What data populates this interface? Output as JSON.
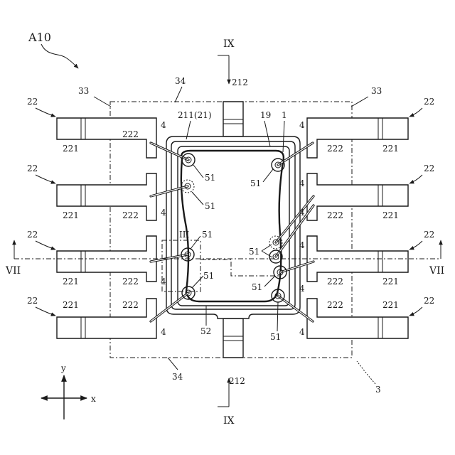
{
  "figure_label": "A10",
  "section_labels": {
    "top": "IX",
    "bottom": "IX",
    "left": "VII",
    "right": "VII"
  },
  "detail_label": "III",
  "axes": {
    "x": "x",
    "y": "y"
  },
  "labels": {
    "n22": "22",
    "n221": "221",
    "n222": "222",
    "n4": "4",
    "n51": "51",
    "n52": "52",
    "n33": "33",
    "n34": "34",
    "n212": "212",
    "n211_21": "211(21)",
    "n19": "19",
    "n1": "1",
    "n3": "3"
  }
}
